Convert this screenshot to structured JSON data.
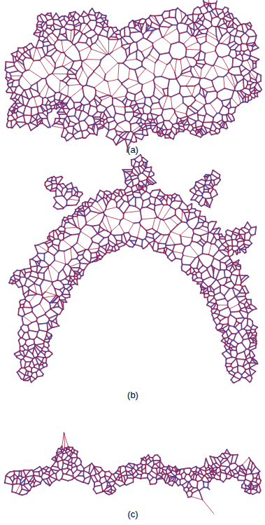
{
  "diagram": {
    "labels": [
      "(a)",
      "(b)",
      "(c)"
    ]
  }
}
